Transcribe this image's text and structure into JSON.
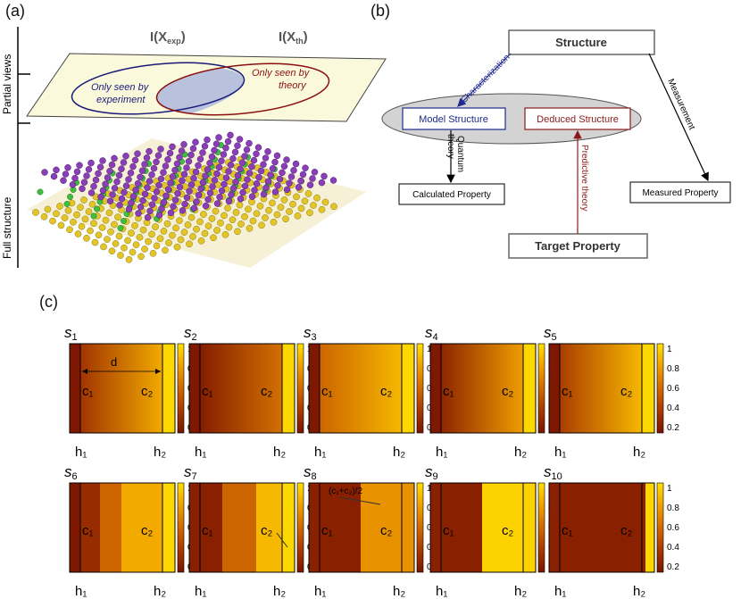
{
  "panel_a": {
    "label": "(a)",
    "ellipse_labels": {
      "exp": "I(X",
      "exp_sub": "exp",
      "exp_close": ")",
      "th": "I(X",
      "th_sub": "th",
      "th_close": ")"
    },
    "axis_partial": "Partial views",
    "axis_full": "Full structure",
    "exp_text": [
      "Only seen by",
      "experiment"
    ],
    "th_text": [
      "Only seen by",
      "theory"
    ],
    "colors": {
      "plane": "#fbf9dc",
      "exp_ring": "#1a1a7a",
      "th_ring": "#8a1010",
      "overlap": "#b9c2dd",
      "atom_purple": "#8a3fb8",
      "atom_green": "#3ec03e",
      "atom_yellow": "#e3c52a"
    }
  },
  "panel_b": {
    "label": "(b)",
    "structure": "Structure",
    "model": "Model Structure",
    "deduced": "Deduced Structure",
    "calculated": "Calculated Property",
    "measured": "Measured Property",
    "target": "Target Property",
    "characterization": "Characterization",
    "measurement": "Measurement",
    "quantum": [
      "Quantum",
      "theory"
    ],
    "predictive": "Predictive theory",
    "colors": {
      "blue": "#1f2a8a",
      "red": "#8a1a1a",
      "ellipse": "#d3d3d3"
    }
  },
  "panel_c": {
    "label": "(c)",
    "colorbar_ticks": [
      "1",
      "0.8",
      "0.6",
      "0.4",
      "0.2"
    ],
    "colormap": [
      "#7a1500",
      "#a83a00",
      "#d06a00",
      "#f0a000",
      "#ffe000"
    ],
    "annotation_d": "d",
    "annotation_mid": "(c₁+c₂)/2",
    "plots": [
      {
        "name": "s",
        "sub": "1",
        "c1": "c₁",
        "c2": "c₂",
        "h1": "h₁",
        "h2": "h₂",
        "profile": "grad",
        "c0": 0.3,
        "c1v": 0.85
      },
      {
        "name": "s",
        "sub": "2",
        "c1": "c₁",
        "c2": "c₂",
        "h1": "h₁",
        "h2": "h₂",
        "profile": "grad",
        "c0": 0.15,
        "c1v": 0.6
      },
      {
        "name": "s",
        "sub": "3",
        "c1": "c₁",
        "c2": "c₂",
        "h1": "h₁",
        "h2": "h₂",
        "profile": "grad",
        "c0": 0.55,
        "c1v": 0.9
      },
      {
        "name": "s",
        "sub": "4",
        "c1": "c₁",
        "c2": "c₂",
        "h1": "h₁",
        "h2": "h₂",
        "profile": "grad",
        "c0": 0.2,
        "c1v": 0.8
      },
      {
        "name": "s",
        "sub": "5",
        "c1": "c₁",
        "c2": "c₂",
        "h1": "h₁",
        "h2": "h₂",
        "profile": "grad",
        "c0": 0.35,
        "c1v": 0.9
      },
      {
        "name": "s",
        "sub": "6",
        "c1": "c₁",
        "c2": "c₂",
        "h1": "h₁",
        "h2": "h₂",
        "profile": "step3",
        "c0": 0.3,
        "c1v": 0.85
      },
      {
        "name": "s",
        "sub": "7",
        "c1": "c₁",
        "c2": "c₂",
        "h1": "h₁",
        "h2": "h₂",
        "profile": "step4",
        "c0": 0.3,
        "c1v": 0.8
      },
      {
        "name": "s",
        "sub": "8",
        "c1": "c₁",
        "c2": "c₂",
        "h1": "h₁",
        "h2": "h₂",
        "profile": "step2",
        "c0": 0.3,
        "c1v": 0.75
      },
      {
        "name": "s",
        "sub": "9",
        "c1": "c₁",
        "c2": "c₂",
        "h1": "h₁",
        "h2": "h₂",
        "profile": "step2",
        "c0": 0.3,
        "c1v": 1.0
      },
      {
        "name": "s",
        "sub": "10",
        "c1": "c₁",
        "c2": "c₂",
        "h1": "h₁",
        "h2": "h₂",
        "profile": "flat",
        "c0": 0.3,
        "c1v": 1.0
      }
    ]
  }
}
